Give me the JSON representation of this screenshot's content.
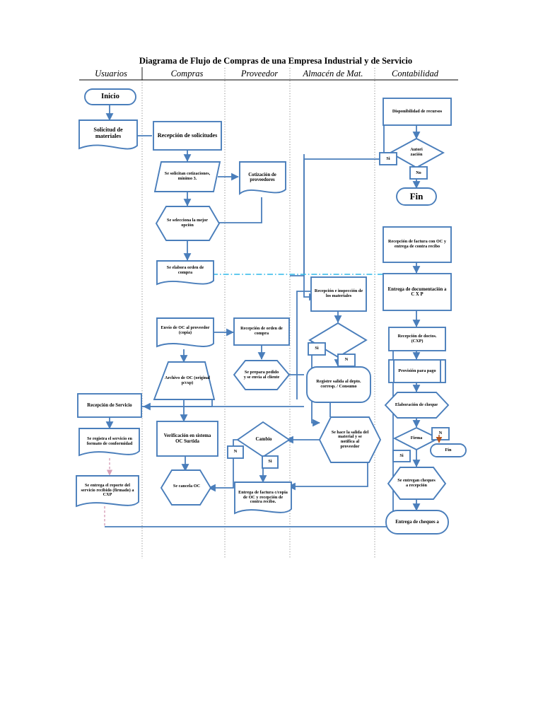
{
  "title": "Diagrama de Flujo de Compras de una Empresa Industrial y de Servicio",
  "columns": [
    {
      "id": "usuarios",
      "label": "Usuarios"
    },
    {
      "id": "compras",
      "label": "Compras"
    },
    {
      "id": "proveedor",
      "label": "Proveedor"
    },
    {
      "id": "almacen",
      "label": "Almacén de Mat."
    },
    {
      "id": "contabilidad",
      "label": "Contabilidad"
    }
  ],
  "colors": {
    "shape_stroke": "#4A7EBB",
    "connector": "#4A7EBB",
    "cyan_dash": "#2FB9E8",
    "pink_dash": "#D7A0B8",
    "text": "#000000",
    "header_rule": "#000000"
  },
  "nodes": {
    "inicio": {
      "label": "Inicio",
      "shape": "terminator",
      "column": "usuarios"
    },
    "solicitud_materiales": {
      "label": "Solicitud de materiales",
      "shape": "document",
      "column": "usuarios"
    },
    "recepcion_solicitudes": {
      "label": "Recepción de solicitudes",
      "shape": "process",
      "column": "compras"
    },
    "se_solicitan": {
      "label": "Se solicitan cotizaciones, mínimo 3.",
      "shape": "data",
      "column": "compras"
    },
    "cotizacion_proveedores": {
      "label": "Cotización de proveedores",
      "shape": "document",
      "column": "proveedor"
    },
    "se_selecciona": {
      "label": "Se selecciona la mejor opción",
      "shape": "preparation",
      "column": "compras"
    },
    "se_elabora_orden": {
      "label": "Se elabora orden de compra",
      "shape": "document",
      "column": "compras"
    },
    "disponibilidad": {
      "label": "Disponibilidad de recursos",
      "shape": "process",
      "column": "contabilidad"
    },
    "autorizacion": {
      "label": "Autori zación",
      "shape": "decision",
      "column": "contabilidad"
    },
    "fin_top": {
      "label": "Fin",
      "shape": "terminator",
      "column": "contabilidad"
    },
    "recepcion_factura": {
      "label": "Recepción de factura con OC y entrega de contra recibo",
      "shape": "process",
      "column": "contabilidad"
    },
    "entrega_documentacion": {
      "label": "Entrega de documentación a C X P",
      "shape": "process",
      "column": "contabilidad"
    },
    "recepcion_doctos": {
      "label": "Recepción de doctos. (CXP)",
      "shape": "process",
      "column": "contabilidad"
    },
    "provision_pago": {
      "label": "Provisión para pago",
      "shape": "predefined",
      "column": "contabilidad"
    },
    "elaboracion_cheque": {
      "label": "Elaboración de cheque",
      "shape": "preparation",
      "column": "contabilidad"
    },
    "firma": {
      "label": "Firma",
      "shape": "decision",
      "column": "contabilidad"
    },
    "fin_firma": {
      "label": "Fin",
      "shape": "terminator",
      "column": "contabilidad"
    },
    "entregan_cheques": {
      "label": "Se entregan cheques a recepción",
      "shape": "preparation",
      "column": "contabilidad"
    },
    "entrega_cheques_a": {
      "label": "Entrega de cheques a",
      "shape": "terminator",
      "column": "contabilidad"
    },
    "recepcion_inspeccion": {
      "label": "Recepción e inspección de los materiales",
      "shape": "process",
      "column": "almacen"
    },
    "decision_almacen": {
      "label": "",
      "shape": "decision",
      "column": "almacen"
    },
    "registro_salida": {
      "label": "Registre salida al depto. corresp. / Consumo",
      "shape": "terminator",
      "column": "almacen"
    },
    "se_hace_salida": {
      "label": "Se hace la salida del material y se notifica al proveedor",
      "shape": "preparation",
      "column": "almacen"
    },
    "envio_oc": {
      "label": "Envío de OC al proveedor (copia)",
      "shape": "document",
      "column": "compras"
    },
    "recepcion_orden": {
      "label": "Recepción de orden de compra",
      "shape": "process",
      "column": "proveedor"
    },
    "archivo_oc": {
      "label": "Archivo de OC (original p/cxp)",
      "shape": "trapezoid",
      "column": "compras"
    },
    "se_prepara_pedido": {
      "label": "Se prepara pedido y se envía al cliente",
      "shape": "preparation",
      "column": "proveedor"
    },
    "recepcion_servicio": {
      "label": "Recepción de Servicio",
      "shape": "process",
      "column": "usuarios"
    },
    "se_registra_servicio": {
      "label": "Se registra el servicio en formato de conformidad",
      "shape": "document",
      "column": "usuarios"
    },
    "se_entrega_reporte": {
      "label": "Se entrega el reporte del servicio recibido (firmado) a CXP",
      "shape": "document",
      "column": "usuarios"
    },
    "verificacion_sistema": {
      "label": "Verificación en sistema OC Surtida",
      "shape": "process",
      "column": "compras"
    },
    "cambio": {
      "label": "Cambio",
      "shape": "decision",
      "column": "proveedor"
    },
    "se_cancela_oc": {
      "label": "Se cancela OC",
      "shape": "preparation",
      "column": "compras"
    },
    "entrega_factura": {
      "label": "Entrega de factura c/copia de OC y recepción de contra recibo.",
      "shape": "document",
      "column": "proveedor"
    }
  },
  "branch_labels": {
    "autorizacion_si": "Si",
    "autorizacion_no": "No",
    "almacen_si": "Si",
    "almacen_n": "N",
    "cambio_n": "N",
    "cambio_si": "Si",
    "firma_n": "N",
    "firma_si": "Si"
  }
}
